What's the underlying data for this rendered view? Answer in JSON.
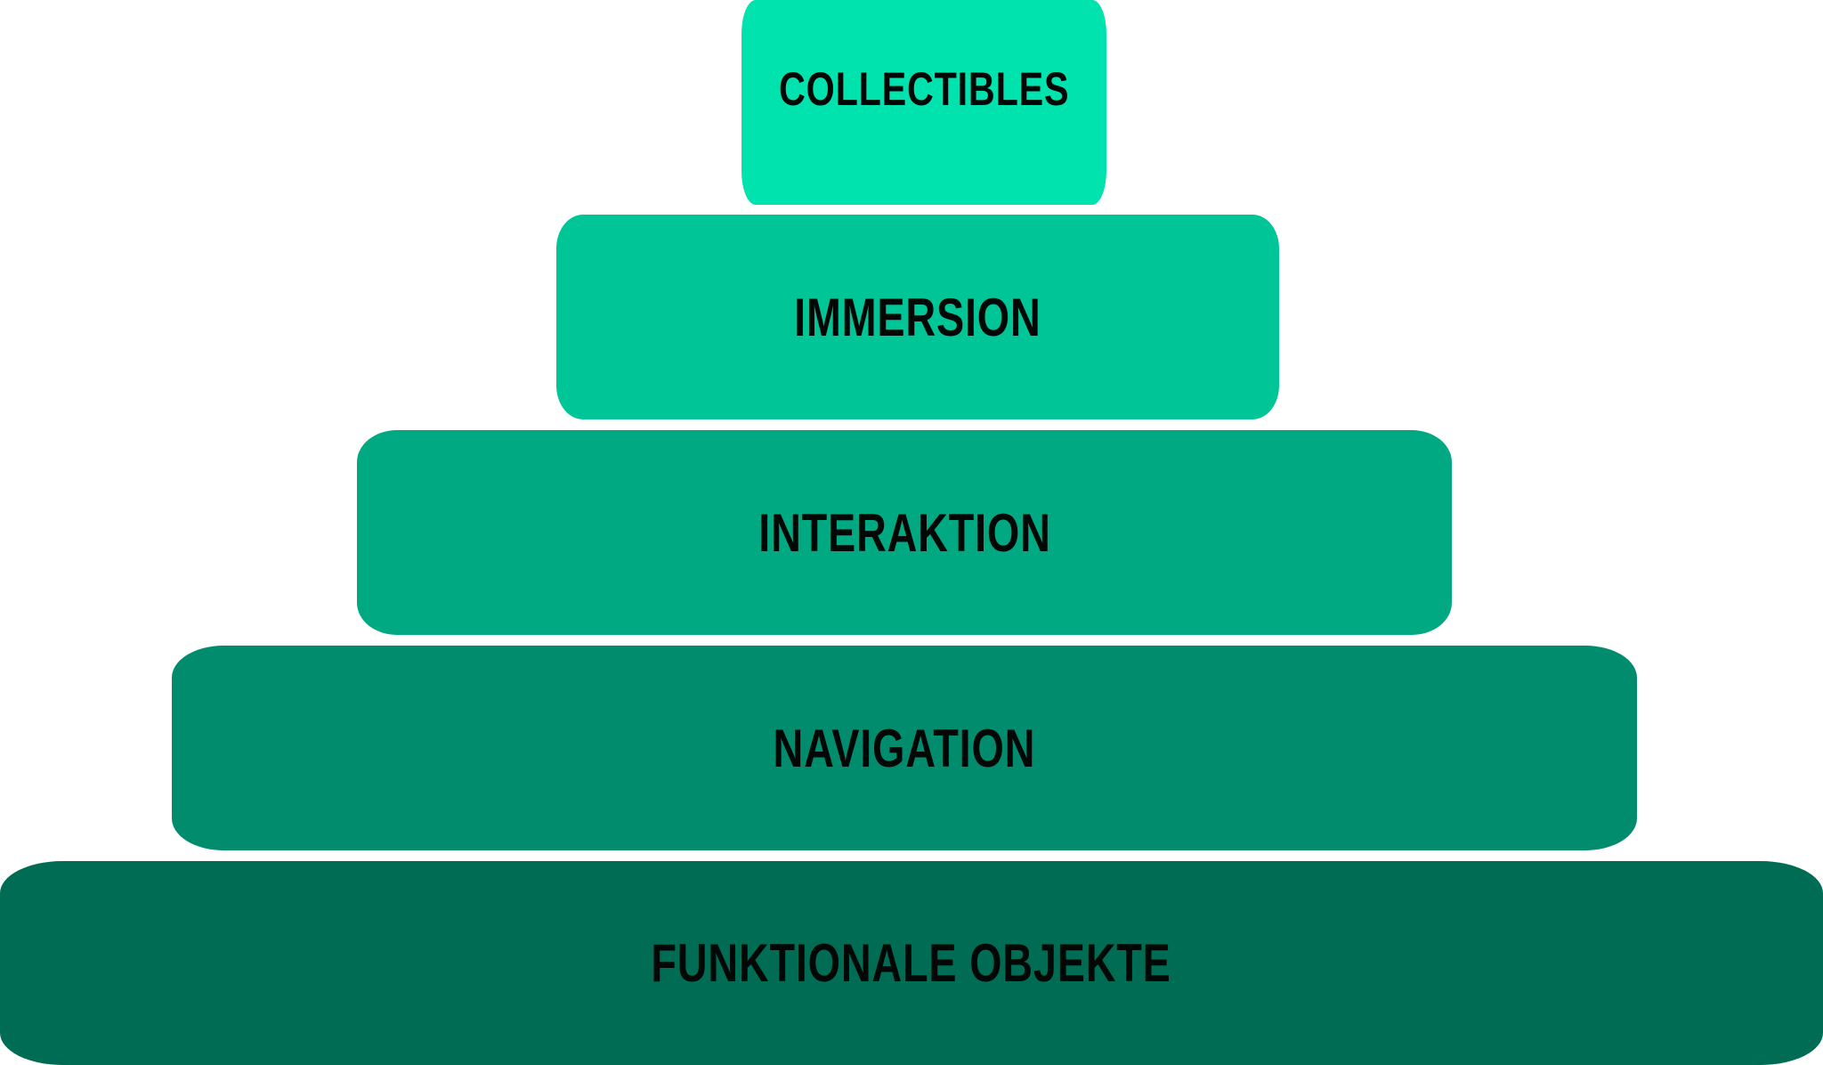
{
  "pyramid": {
    "tiers": [
      {
        "label": "COLLECTIBLES",
        "color": "#00E3AE"
      },
      {
        "label": "IMMERSION",
        "color": "#00C597"
      },
      {
        "label": "INTERAKTION",
        "color": "#00A982"
      },
      {
        "label": "NAVIGATION",
        "color": "#018D6D"
      },
      {
        "label": "FUNKTIONALE OBJEKTE",
        "color": "#006C53"
      }
    ]
  }
}
